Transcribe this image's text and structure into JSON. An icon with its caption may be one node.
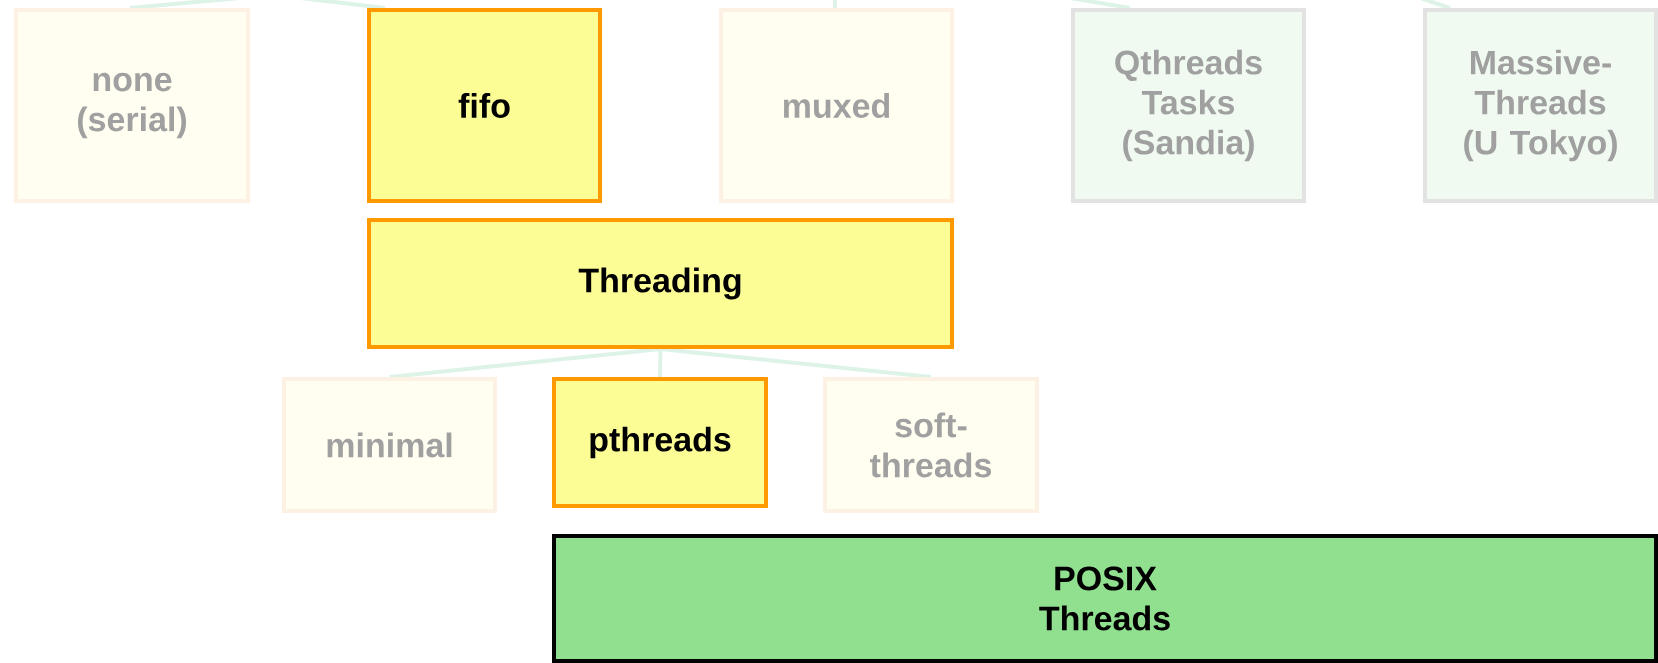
{
  "diagram": {
    "nodes": [
      {
        "text": [
          "none (serial)"
        ]
      },
      {
        "text": [
          "fifo"
        ]
      },
      {
        "text": [
          "muxed"
        ]
      },
      {
        "text": [
          "Qthreads Tasks (Sandia)"
        ]
      },
      {
        "text": [
          "Massive-Threads (U Tokyo)"
        ]
      },
      {
        "text": [
          "Threading"
        ]
      },
      {
        "text": [
          "minimal"
        ]
      },
      {
        "text": [
          "pthreads"
        ]
      },
      {
        "text": [
          "soft-threads"
        ]
      },
      {
        "text": [
          "POSIX Threads"
        ]
      }
    ],
    "edges": [
      {
        "from": null,
        "to": 0,
        "arrow": "none"
      },
      {
        "from": null,
        "to": 1,
        "arrow": "none"
      },
      {
        "from": null,
        "to": 2,
        "arrow": "none"
      },
      {
        "from": null,
        "to": 3,
        "arrow": "none"
      },
      {
        "from": null,
        "to": 4,
        "arrow": "none"
      },
      {
        "from": 5,
        "to": 6,
        "arrow": "none"
      },
      {
        "from": 5,
        "to": 7,
        "arrow": "none"
      },
      {
        "from": 5,
        "to": 8,
        "arrow": "none"
      }
    ]
  }
}
